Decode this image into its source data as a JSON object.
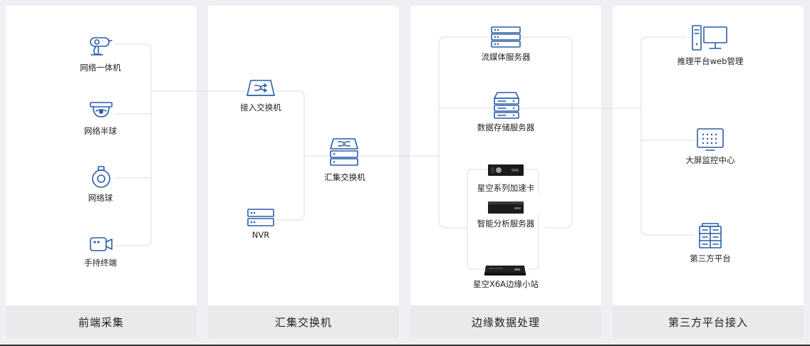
{
  "panels": [
    {
      "footer": "前端采集",
      "nodes": [
        "网络一体机",
        "网络半球",
        "网络球",
        "手持终端"
      ]
    },
    {
      "footer": "汇集交换机",
      "nodes": [
        "接入交换机",
        "NVR",
        "汇集交换机"
      ]
    },
    {
      "footer": "边缘数据处理",
      "nodes": [
        "流媒体服务器",
        "数据存储服务器",
        "星空系列加速卡",
        "智能分析服务器",
        "星空X6A边缘小站"
      ]
    },
    {
      "footer": "第三方平台接入",
      "nodes": [
        "推理平台web管理",
        "大屏监控中心",
        "第三方平台"
      ]
    }
  ],
  "colors": {
    "icon": "#2a5ea8",
    "line": "#d9dde3",
    "panel": "#ffffff",
    "footer": "#e9eaec",
    "background": "#eef0f3"
  }
}
